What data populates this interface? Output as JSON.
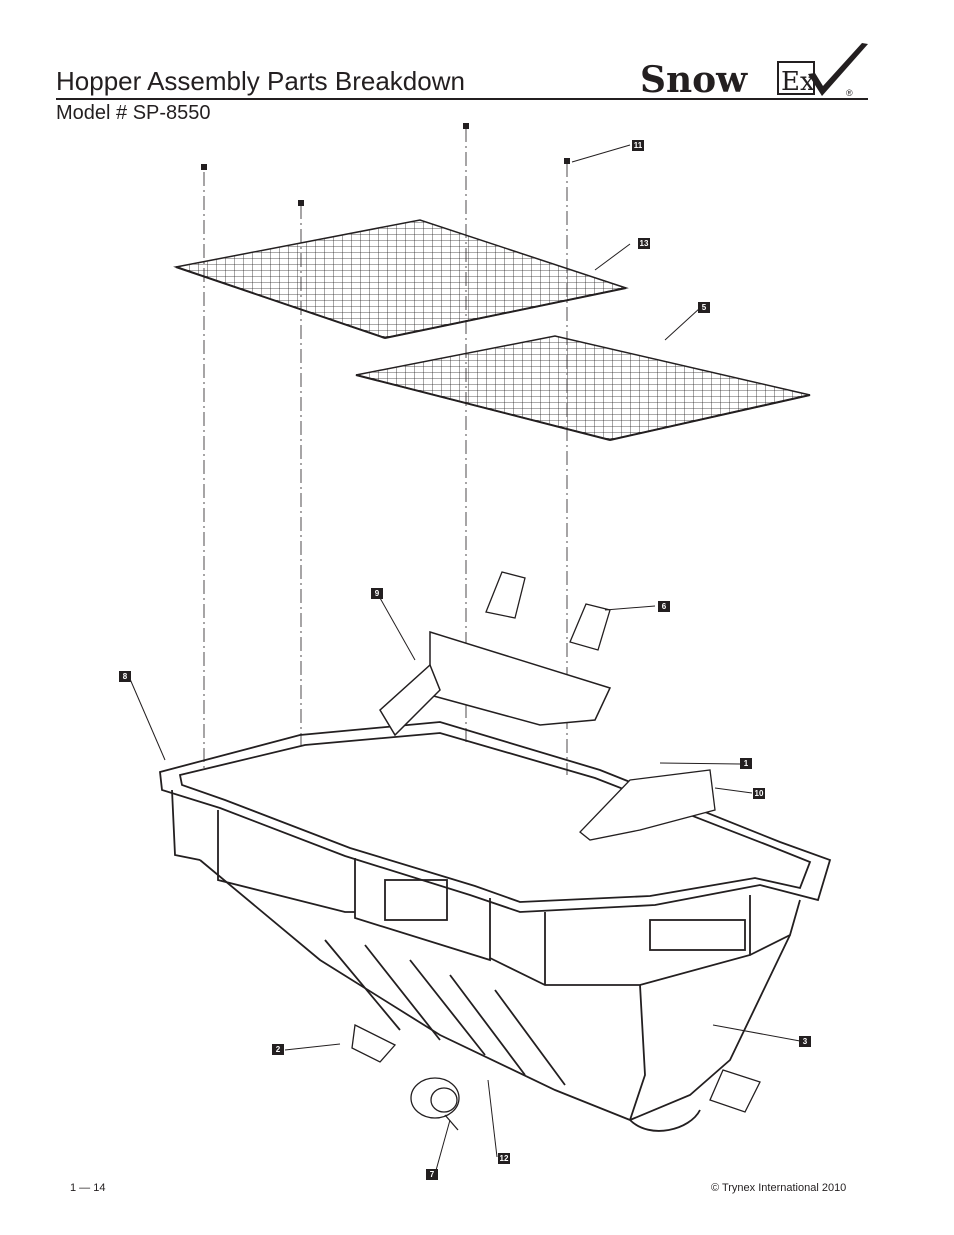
{
  "header": {
    "title": "Hopper Assembly Parts Breakdown",
    "subtitle": "Model # SP-8550",
    "logo_text_main": "Snow",
    "logo_text_ex": "Ex",
    "logo_registered": "®"
  },
  "callouts": [
    {
      "id": "c11",
      "label": "11"
    },
    {
      "id": "c13",
      "label": "13"
    },
    {
      "id": "c5",
      "label": "5"
    },
    {
      "id": "c9",
      "label": "9"
    },
    {
      "id": "c6",
      "label": "6"
    },
    {
      "id": "c8",
      "label": "8"
    },
    {
      "id": "c1",
      "label": "1"
    },
    {
      "id": "c10",
      "label": "10"
    },
    {
      "id": "c2",
      "label": "2"
    },
    {
      "id": "c3",
      "label": "3"
    },
    {
      "id": "c12",
      "label": "12"
    },
    {
      "id": "c7",
      "label": "7"
    }
  ],
  "footer": {
    "page_number": "1 — 14",
    "copyright": "© Trynex International 2010"
  },
  "colors": {
    "ink": "#231f20",
    "background": "#ffffff"
  }
}
